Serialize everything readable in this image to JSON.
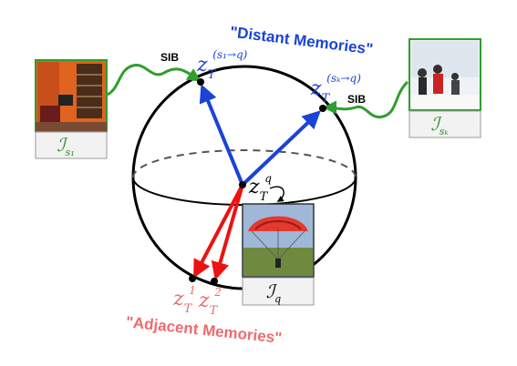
{
  "colors": {
    "distant": "#1a44d6",
    "adjacent": "#ee6b6b",
    "adjacent_arrow": "#ee1111",
    "sib_curve": "#2f9e2f",
    "label_green": "#2f8a2f",
    "query_black": "#000000"
  },
  "titles": {
    "distant": "\"Distant Memories\"",
    "adjacent": "\"Adjacent Memories\""
  },
  "sib": {
    "left": "SIB",
    "right": "SIB"
  },
  "vectors": {
    "distant_1": {
      "base": "z",
      "sub": "T",
      "sup": "(s₁→q)"
    },
    "distant_k": {
      "base": "z",
      "sub": "T",
      "sup": "(sₖ→q)"
    },
    "query": {
      "base": "z",
      "sub": "T",
      "sup": "q"
    },
    "adjacent_1": {
      "base": "z",
      "sub": "T",
      "sup": "1"
    },
    "adjacent_2": {
      "base": "z",
      "sub": "T",
      "sup": "2"
    }
  },
  "images": {
    "left": {
      "symbol": "ℐ",
      "sub": "s₁",
      "icon": "living-room-photo"
    },
    "right": {
      "symbol": "ℐ",
      "sub": "sₖ",
      "icon": "snow-people-photo"
    },
    "query": {
      "symbol": "ℐ",
      "sub": "q",
      "icon": "parachute-photo"
    }
  }
}
